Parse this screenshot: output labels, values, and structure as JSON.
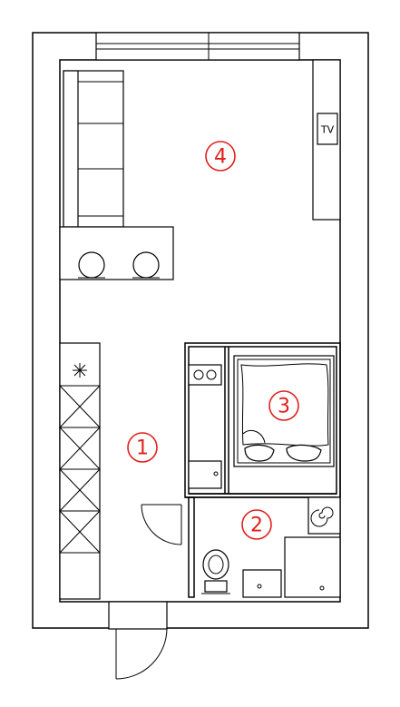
{
  "plan": {
    "rooms": [
      {
        "id": "hallway",
        "marker": "1"
      },
      {
        "id": "bathroom",
        "marker": "2"
      },
      {
        "id": "bedroom",
        "marker": "3"
      },
      {
        "id": "living-room",
        "marker": "4"
      }
    ],
    "tv_label": "TV",
    "colors": {
      "walls": "#000000",
      "markers": "#e0201c",
      "background": "#ffffff"
    }
  }
}
